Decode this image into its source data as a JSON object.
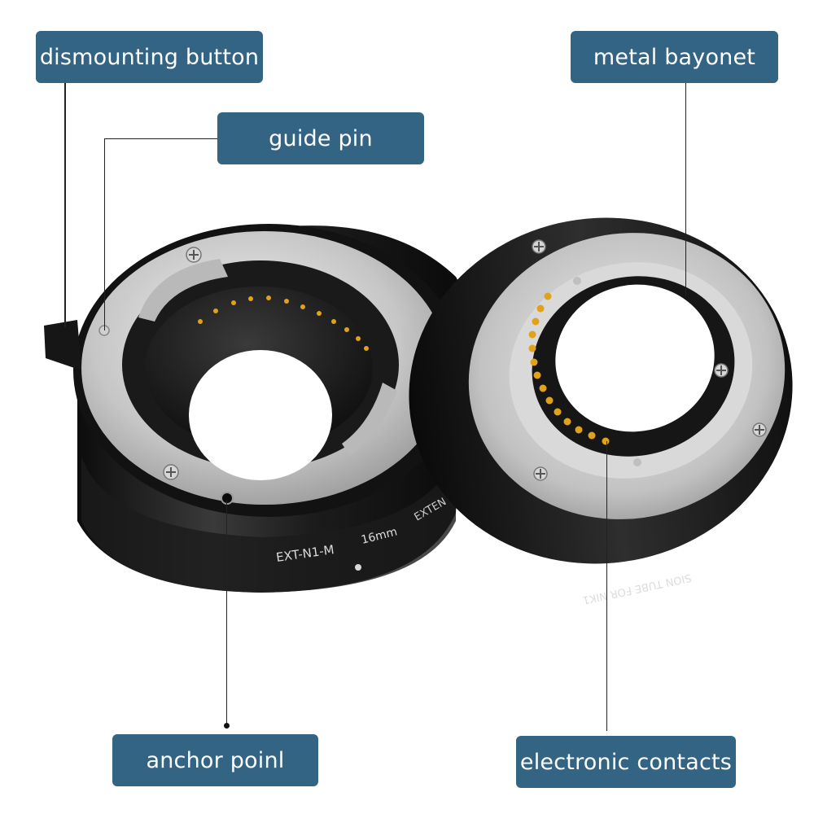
{
  "labels": {
    "dismounting_button": "dismounting button",
    "guide_pin": "guide pin",
    "metal_bayonet": "metal bayonet",
    "anchor_point": "anchor poinl",
    "electronic_contacts": "electronic contacts"
  },
  "engravings": {
    "model": "EXT-N1-M",
    "length": "16mm",
    "brand_partial": "EXTEN",
    "tube_text": "SION TUBE FOR NIK1"
  },
  "colors": {
    "callout_bg": "#346483",
    "callout_text": "#ffffff",
    "leader_line": "#222222",
    "body_black": "#151515",
    "metal_silver": "#c9c9c9",
    "contact_gold": "#e0a21a"
  }
}
